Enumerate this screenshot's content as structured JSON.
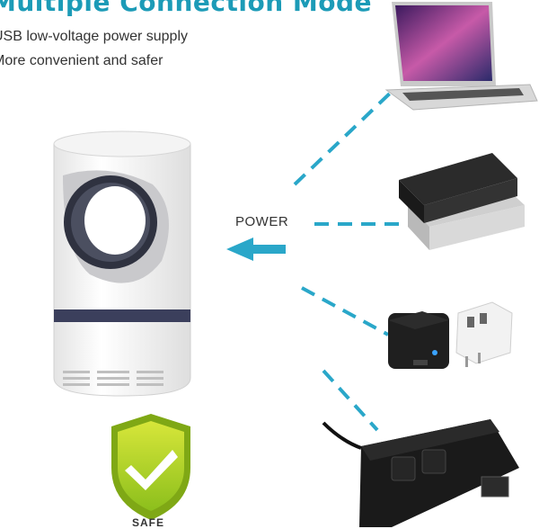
{
  "header": {
    "title": "Multiple Connection Mode",
    "line1": "USB low-voltage power supply",
    "line2": "More convenient and safer"
  },
  "diagram": {
    "power_label": "POWER",
    "safe_label": "SAFE",
    "dash_color": "#2aa7c9",
    "arrow_color": "#2aa7c9",
    "devices": [
      "laptop-icon",
      "power-bank-icon",
      "wall-adapter-icon",
      "power-strip-icon"
    ]
  }
}
